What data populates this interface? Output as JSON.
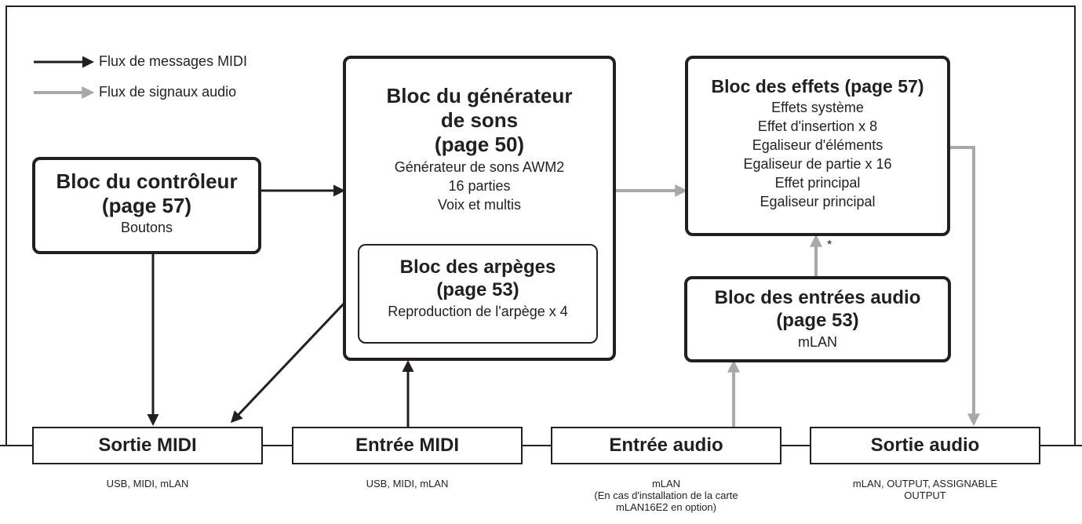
{
  "legend": {
    "midi": "Flux de messages MIDI",
    "audio": "Flux de signaux audio"
  },
  "controller": {
    "title_1": "Bloc du contrôleur",
    "title_2": "(page 57)",
    "lines": [
      "Boutons"
    ]
  },
  "tone_generator": {
    "title_1": "Bloc du générateur",
    "title_2": "de sons",
    "title_3": "(page 50)",
    "lines": [
      "Générateur de sons AWM2",
      "16 parties",
      "Voix et multis"
    ]
  },
  "arpeggio": {
    "title_1": "Bloc des arpèges",
    "title_2": "(page 53)",
    "lines": [
      "Reproduction de l'arpège x 4"
    ]
  },
  "effects": {
    "title_1": "Bloc des effets (page 57)",
    "lines": [
      "Effets système",
      "Effet d'insertion x 8",
      "Egaliseur d'éléments",
      "Egaliseur de partie x 16",
      "Effet principal",
      "Egaliseur principal"
    ]
  },
  "audio_input_block": {
    "title_1": "Bloc des entrées audio",
    "title_2": "(page 53)",
    "lines": [
      "mLAN"
    ]
  },
  "footnote_mark": "*",
  "io": [
    {
      "label": "Sortie MIDI",
      "caption": [
        "USB, MIDI, mLAN"
      ]
    },
    {
      "label": "Entrée MIDI",
      "caption": [
        "USB, MIDI, mLAN"
      ]
    },
    {
      "label": "Entrée audio",
      "caption": [
        "mLAN",
        "(En cas d'installation de la carte",
        "mLAN16E2 en option)"
      ]
    },
    {
      "label": "Sortie audio",
      "caption": [
        "mLAN, OUTPUT, ASSIGNABLE",
        "OUTPUT"
      ]
    }
  ],
  "colors": {
    "midi_flow": "#231f20",
    "audio_flow": "#a7a9ac"
  }
}
